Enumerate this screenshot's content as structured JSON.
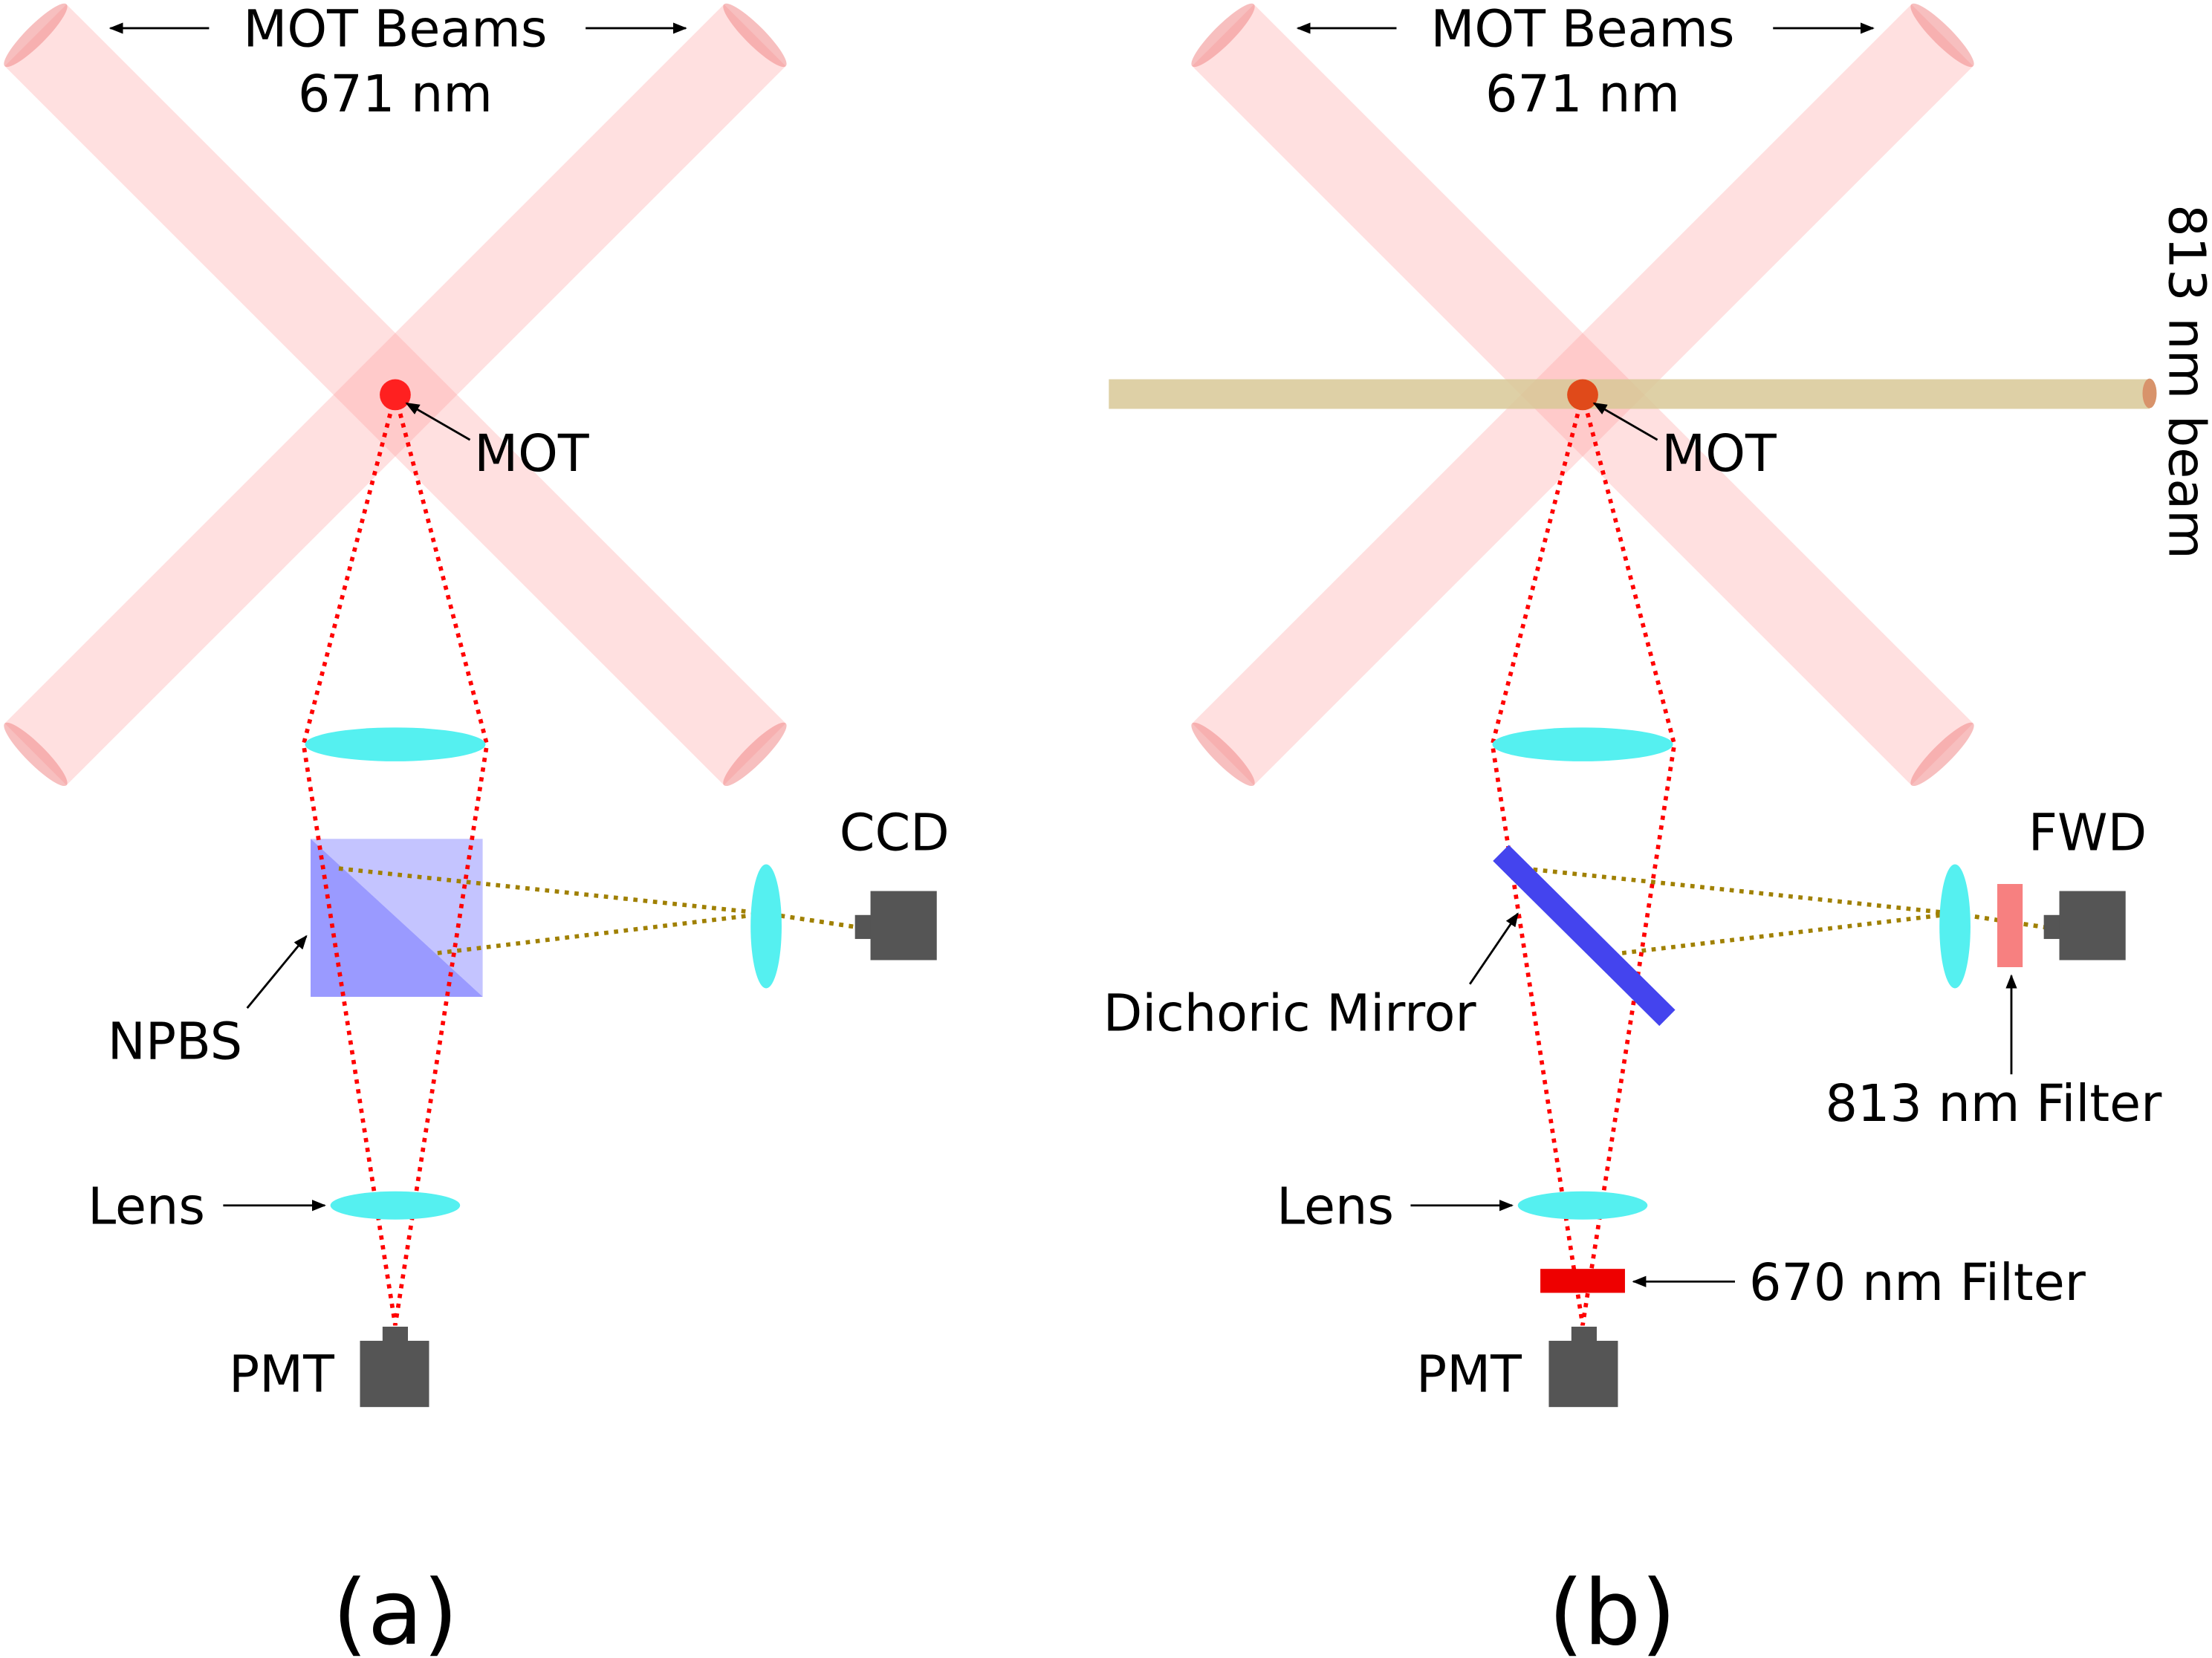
{
  "colors": {
    "mot_beam": "#ff9a9a",
    "mot_beam_end": "#f08080",
    "mot_atom": "#ff2020",
    "fluorescence": "#ff0000",
    "reflected": "#a08000",
    "lens": "#55f0f0",
    "npbs_light": "#c4c4ff",
    "npbs_dark": "#9a9aff",
    "detector": "#555555",
    "dichroic": "#4444ee",
    "filter_670": "#ee0000",
    "filter_813": "#f78080",
    "dipole_beam": "#d8c896"
  },
  "panel_a": {
    "mot_beams_label": "MOT Beams",
    "mot_beams_wavelength": "671 nm",
    "mot_label": "MOT",
    "npbs_label": "NPBS",
    "ccd_label": "CCD",
    "lens_label": "Lens",
    "pmt_label": "PMT",
    "caption": "(a)"
  },
  "panel_b": {
    "mot_beams_label": "MOT Beams",
    "mot_beams_wavelength": "671 nm",
    "mot_label": "MOT",
    "dipole_beam_label": "813 nm beam",
    "dichroic_label": "Dichoric Mirror",
    "fwd_label": "FWD",
    "filter_813_label": "813 nm Filter",
    "lens_label": "Lens",
    "filter_670_label": "670 nm Filter",
    "pmt_label": "PMT",
    "caption": "(b)"
  }
}
